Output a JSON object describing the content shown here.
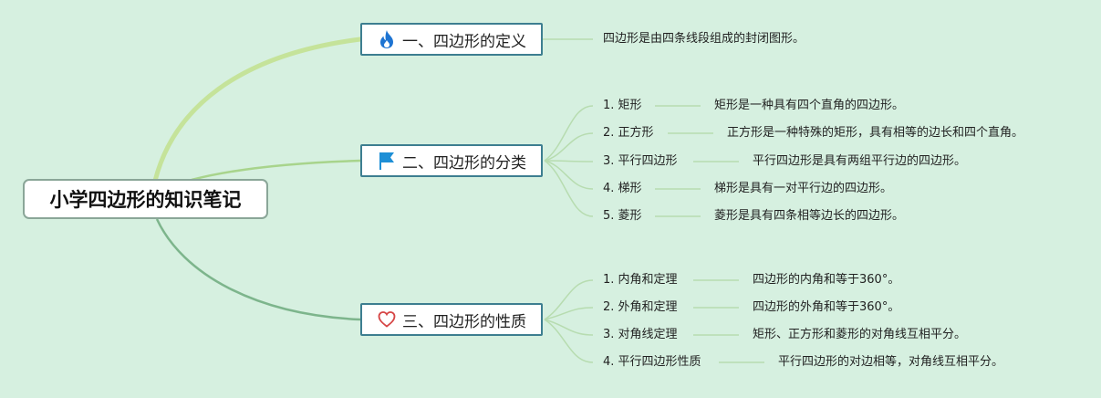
{
  "root": {
    "title": "小学四边形的知识笔记"
  },
  "branches": [
    {
      "title": "一、四边形的定义",
      "icon": "fire-icon",
      "definition": "四边形是由四条线段组成的封闭图形。"
    },
    {
      "title": "二、四边形的分类",
      "icon": "flag-icon",
      "items": [
        {
          "label": "1. 矩形",
          "desc": "矩形是一种具有四个直角的四边形。"
        },
        {
          "label": "2. 正方形",
          "desc": "正方形是一种特殊的矩形，具有相等的边长和四个直角。"
        },
        {
          "label": "3. 平行四边形",
          "desc": "平行四边形是具有两组平行边的四边形。"
        },
        {
          "label": "4. 梯形",
          "desc": "梯形是具有一对平行边的四边形。"
        },
        {
          "label": "5. 菱形",
          "desc": "菱形是具有四条相等边长的四边形。"
        }
      ]
    },
    {
      "title": "三、四边形的性质",
      "icon": "heart-icon",
      "items": [
        {
          "label": "1. 内角和定理",
          "desc": "四边形的内角和等于360°。"
        },
        {
          "label": "2. 外角和定理",
          "desc": "四边形的外角和等于360°。"
        },
        {
          "label": "3. 对角线定理",
          "desc": "矩形、正方形和菱形的对角线互相平分。"
        },
        {
          "label": "4. 平行四边形性质",
          "desc": "平行四边形的对边相等，对角线互相平分。"
        }
      ]
    }
  ],
  "colors": {
    "background": "#d6f0e0",
    "branch_line_1": "#c5e39a",
    "branch_line_2": "#a8d48c",
    "branch_line_3": "#7db58c",
    "leaf_line": "#b7dcb0",
    "node_border": "#3d7e90",
    "fire_icon": "#1e74d2",
    "flag_icon": "#1e8fd6",
    "heart_icon": "#d64545"
  }
}
